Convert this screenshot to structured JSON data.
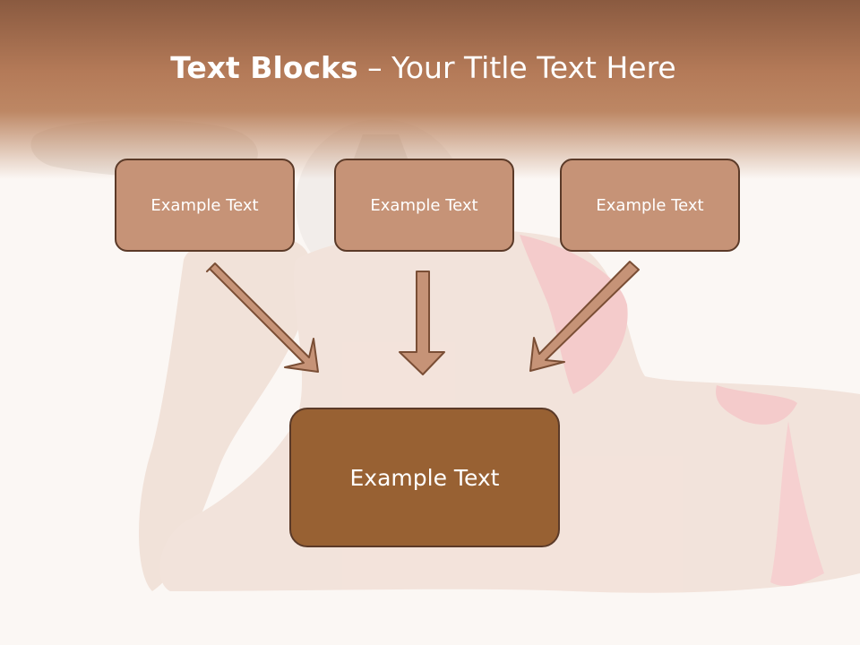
{
  "title": {
    "bold": "Text Blocks",
    "separator": " – ",
    "rest": "Your Title Text Here"
  },
  "blocks": [
    {
      "label": "Example Text"
    },
    {
      "label": "Example Text"
    },
    {
      "label": "Example Text"
    }
  ],
  "main_block": {
    "label": "Example Text"
  },
  "colors": {
    "header": "#b47a58",
    "box_fill": "#c69377",
    "main_box_fill": "#986133",
    "border": "#5b3a28",
    "arrow_fill": "#c69377"
  }
}
